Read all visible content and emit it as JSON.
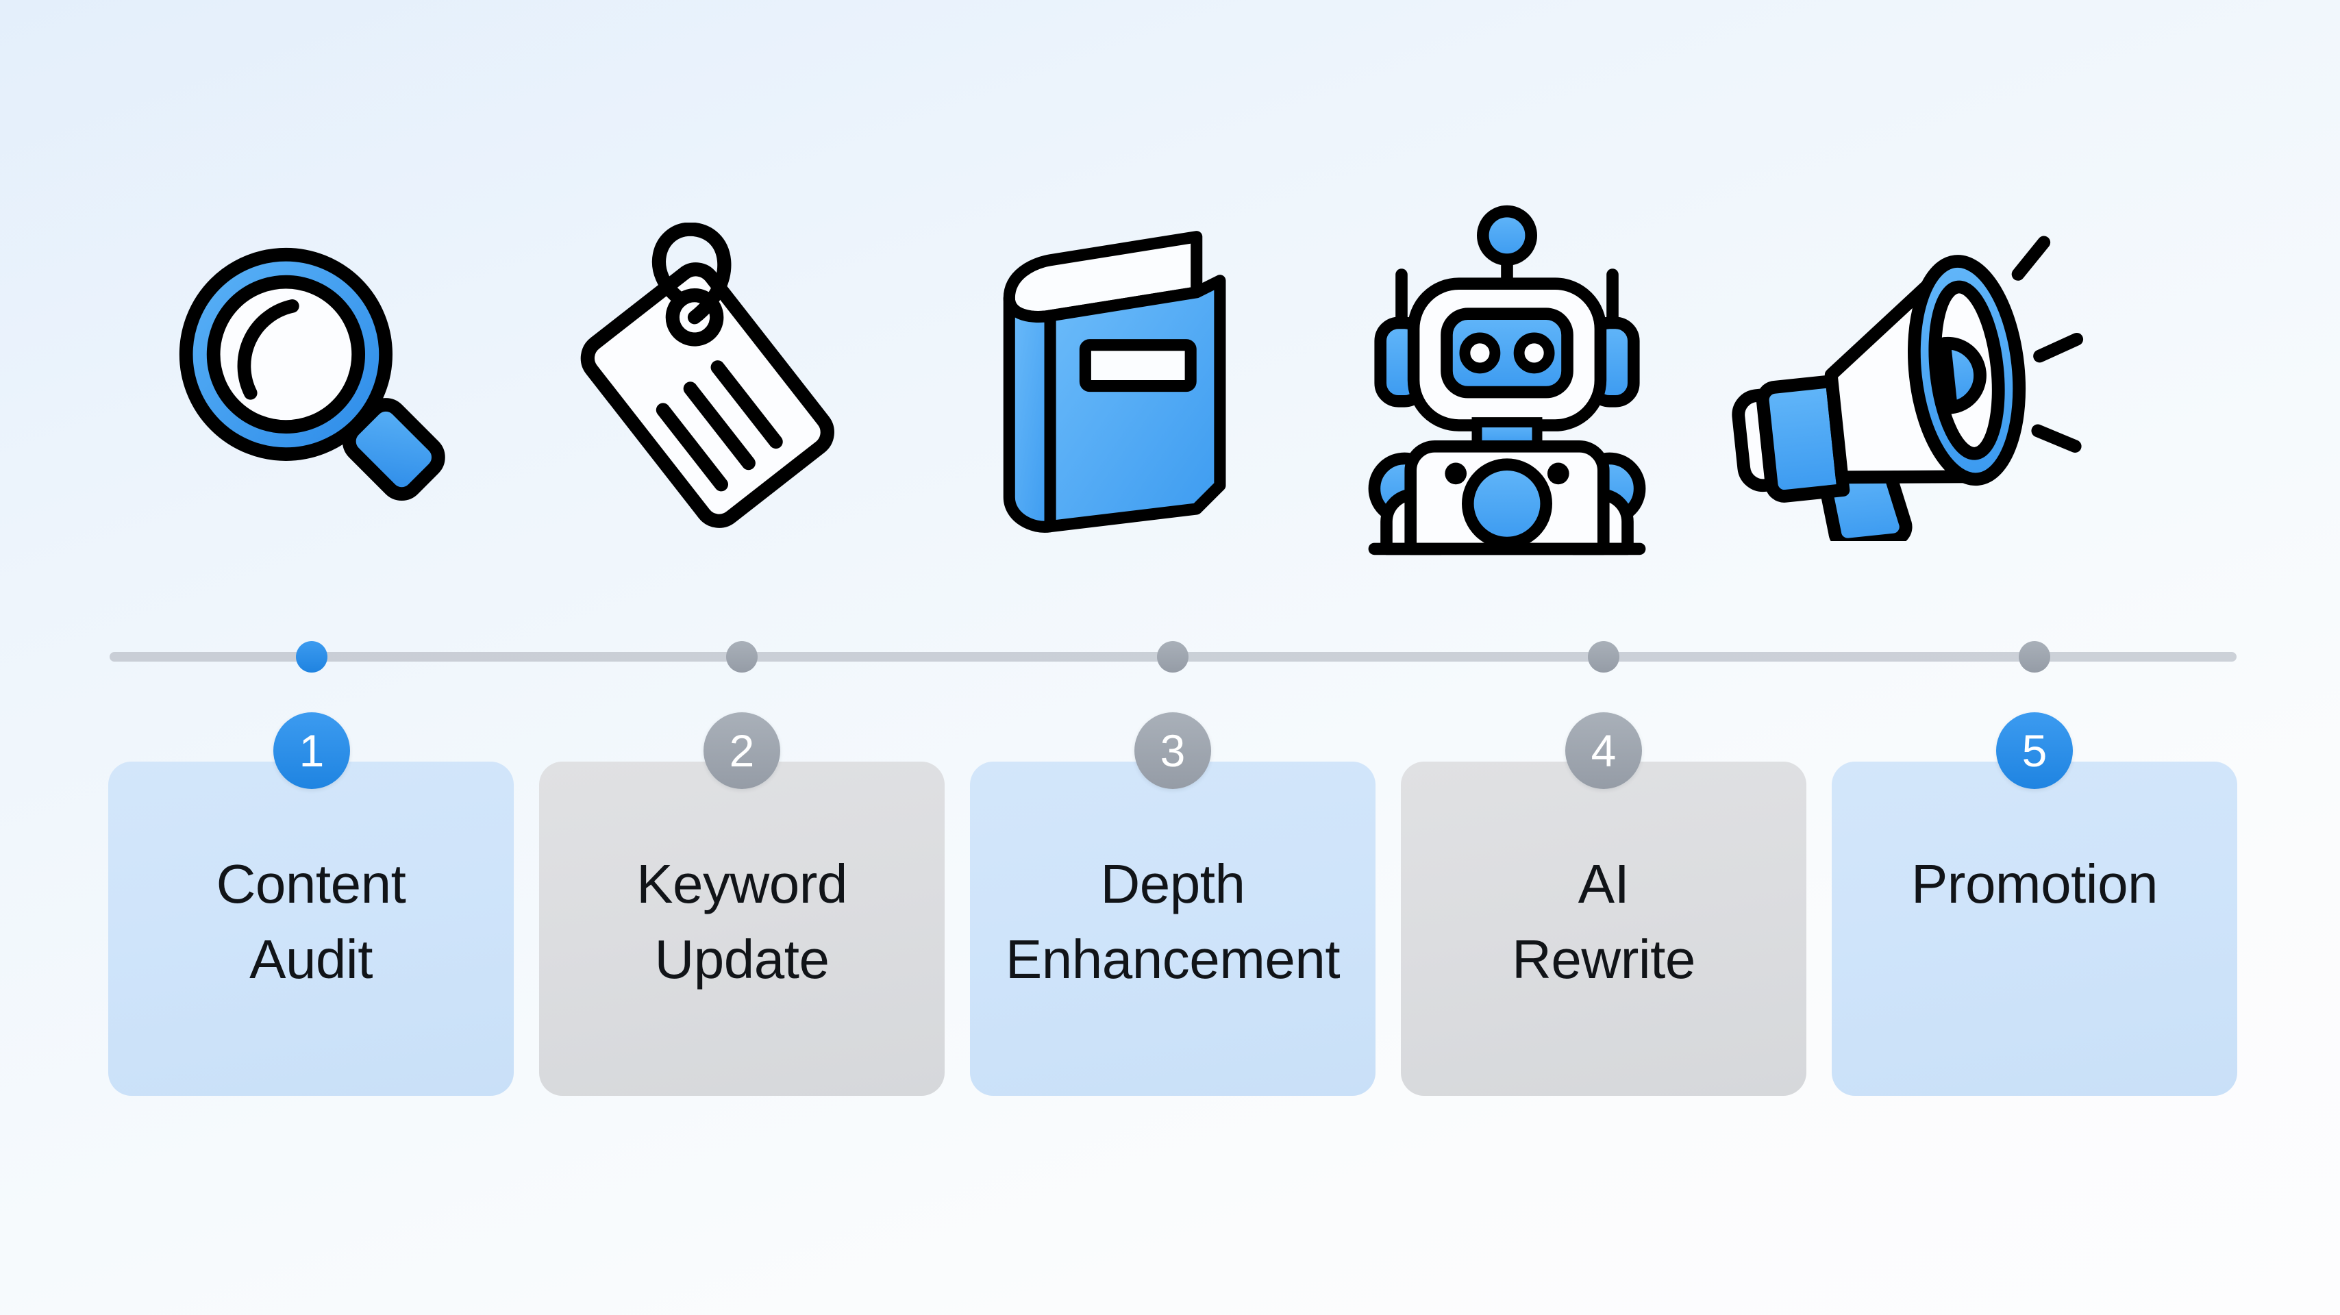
{
  "background": {
    "top_color": "#e4effb",
    "bottom_color": "#fdfdfe"
  },
  "colors": {
    "accent_blue": "#2e90ef",
    "idle_gray": "#9ba2ab",
    "card_blue": "#d0e5fa",
    "card_gray": "#dddee1",
    "line_gray": "#c9ced6",
    "text": "#111418"
  },
  "timeline": {
    "nodes": [
      {
        "state": "active",
        "color": "#2e90ef"
      },
      {
        "state": "idle",
        "color": "#9ba2ab"
      },
      {
        "state": "idle",
        "color": "#9ba2ab"
      },
      {
        "state": "idle",
        "color": "#9ba2ab"
      },
      {
        "state": "active",
        "color": "#2e90ef"
      }
    ]
  },
  "steps": [
    {
      "number": "1",
      "label": "Content\nAudit",
      "icon": "magnifying-glass-icon",
      "state": "active",
      "card_style": "blue"
    },
    {
      "number": "2",
      "label": "Keyword\nUpdate",
      "icon": "price-tag-icon",
      "state": "idle",
      "card_style": "gray"
    },
    {
      "number": "3",
      "label": "Depth\nEnhancement",
      "icon": "book-icon",
      "state": "idle",
      "card_style": "blue"
    },
    {
      "number": "4",
      "label": "AI\nRewrite",
      "icon": "robot-icon",
      "state": "idle",
      "card_style": "gray"
    },
    {
      "number": "5",
      "label": "Promotion",
      "icon": "megaphone-icon",
      "state": "active",
      "card_style": "blue"
    }
  ]
}
